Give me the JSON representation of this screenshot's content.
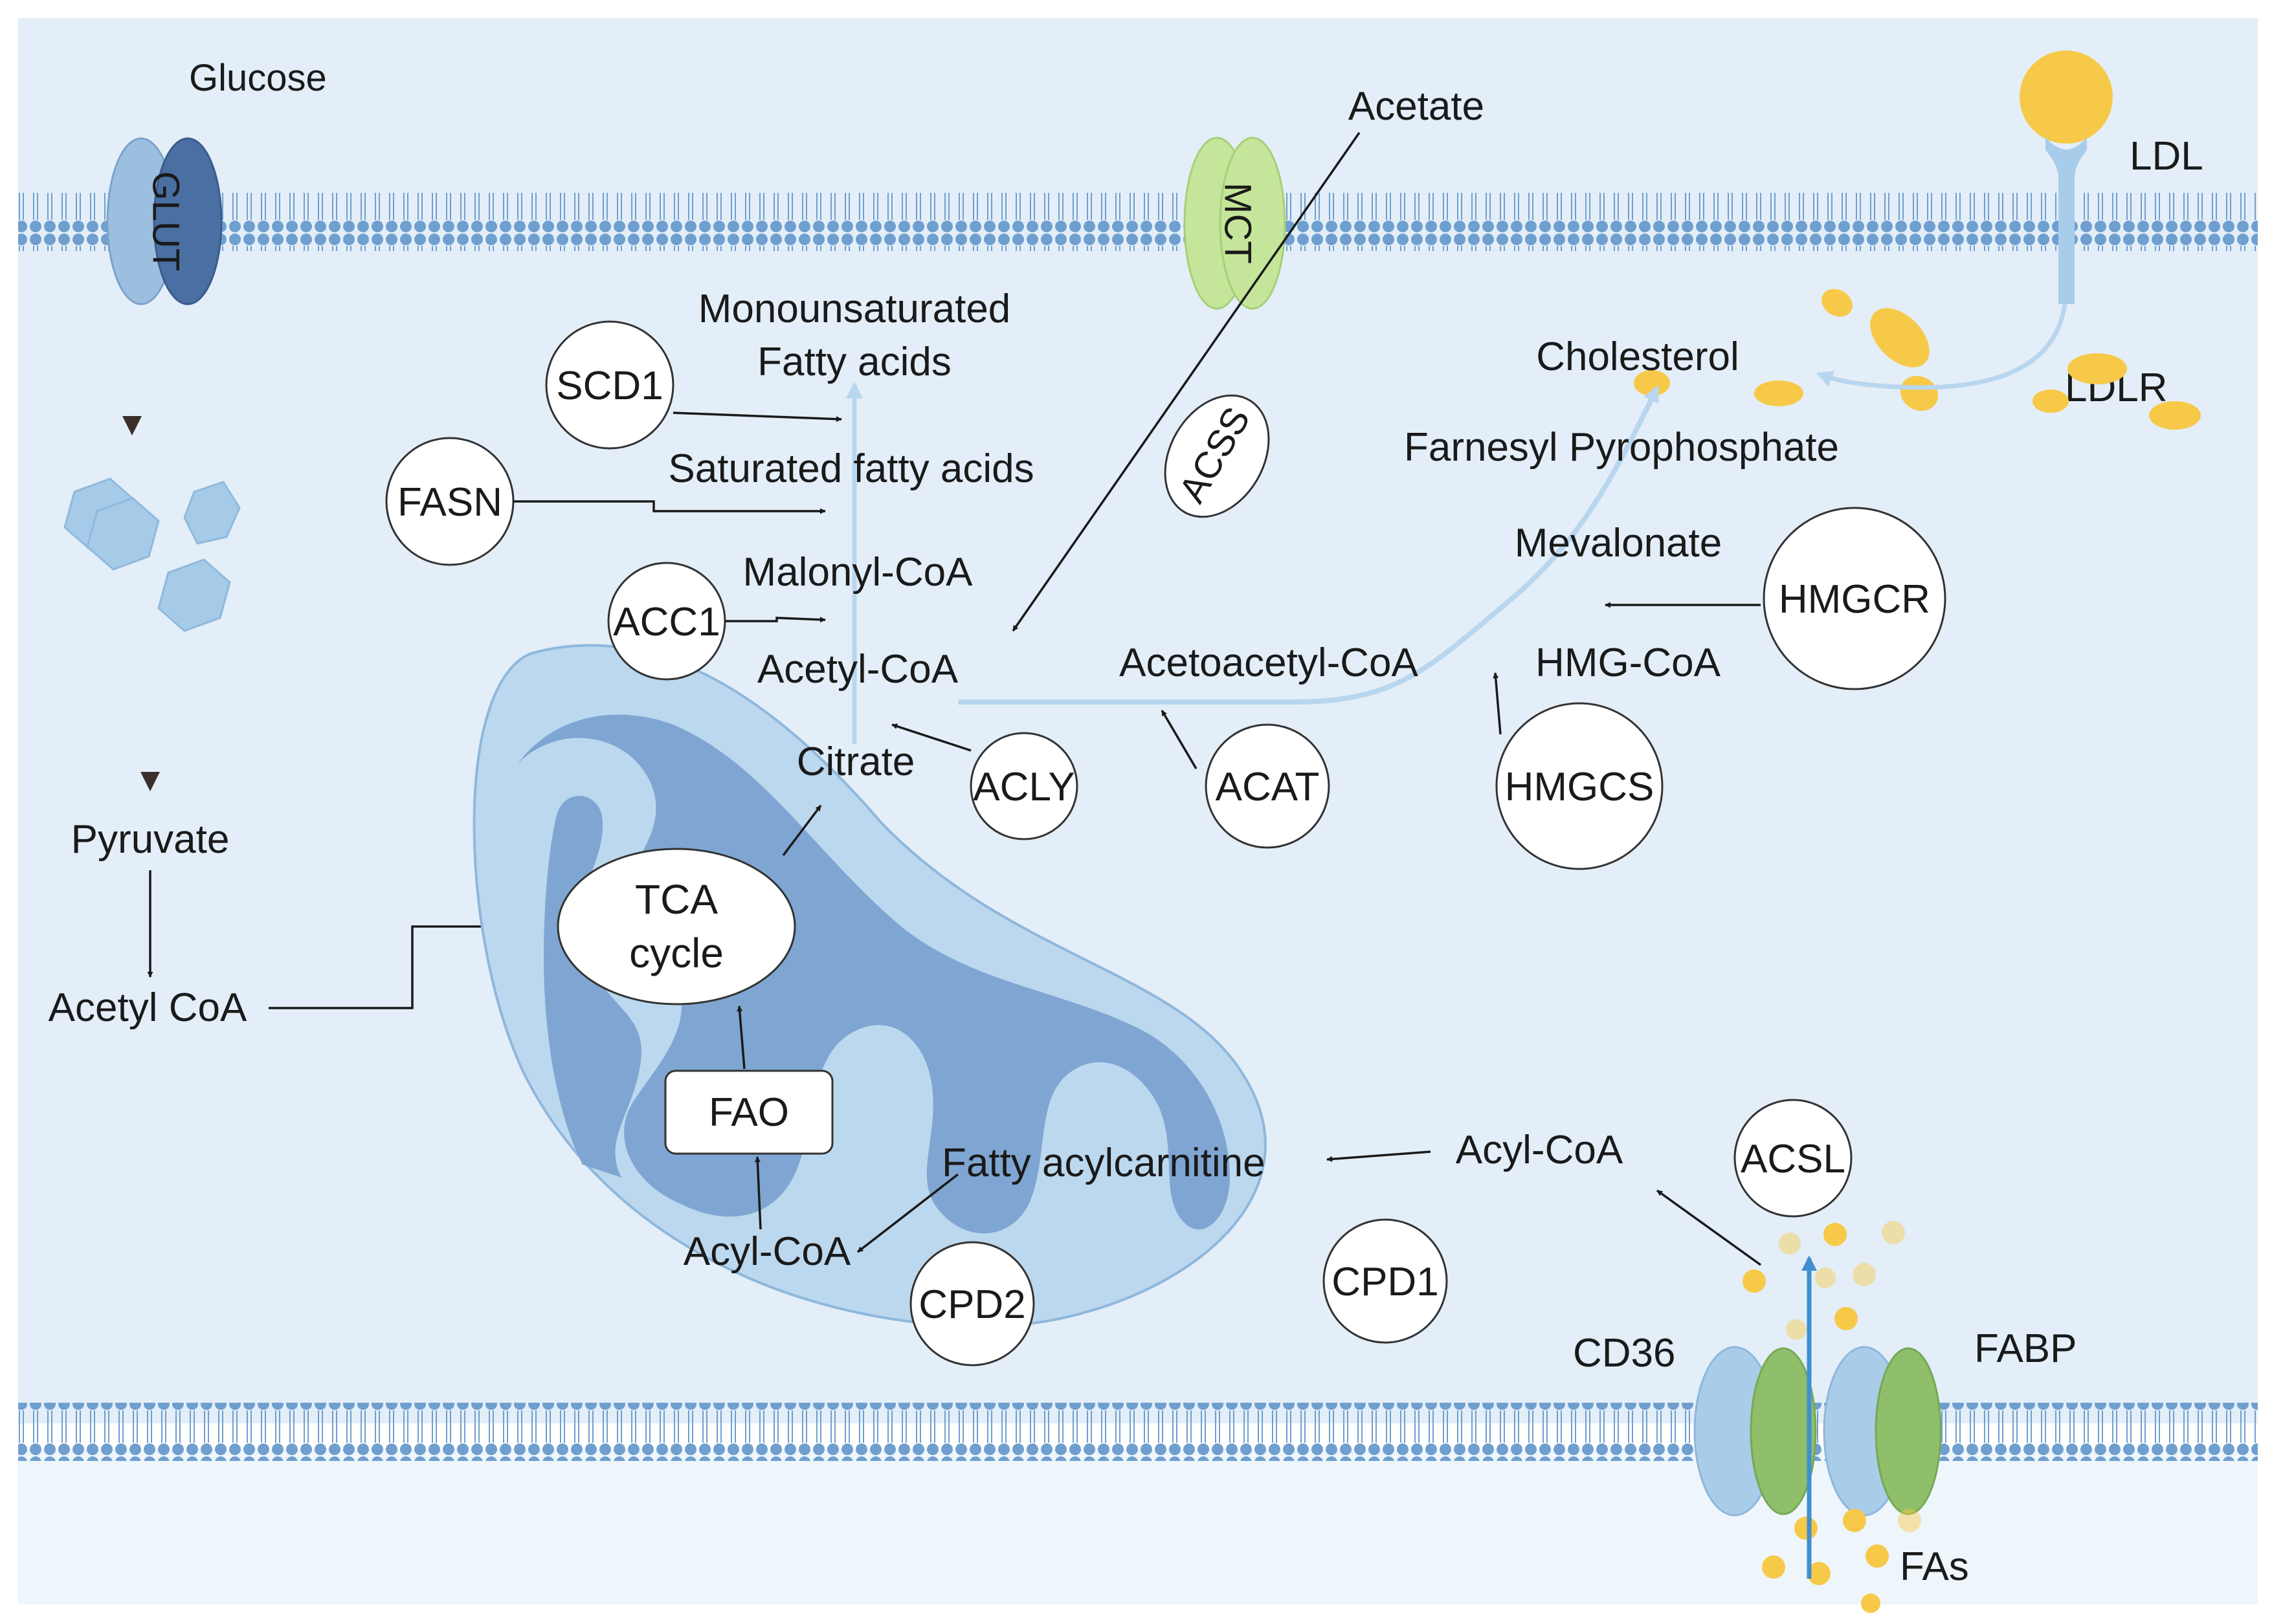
{
  "membrane_proteins": {
    "glut": "GLUT",
    "mct": "MCT",
    "ldl": "LDL",
    "ldlr": "LDLR",
    "cd36": "CD36",
    "fabp": "FABP"
  },
  "metabolites": {
    "glucose": "Glucose",
    "acetate": "Acetate",
    "pyruvate": "Pyruvate",
    "acetyl_coa_cyto": "Acetyl CoA",
    "mufa_line1": "Monounsaturated",
    "mufa_line2": "Fatty acids",
    "sfa": "Saturated fatty acids",
    "malonyl_coa": "Malonyl-CoA",
    "acetyl_coa": "Acetyl-CoA",
    "citrate": "Citrate",
    "acetoacetyl_coa": "Acetoacetyl-CoA",
    "hmg_coa": "HMG-CoA",
    "mevalonate": "Mevalonate",
    "fpp": "Farnesyl Pyrophosphate",
    "cholesterol": "Cholesterol",
    "acyl_coa_cyto": "Acyl-CoA",
    "fatty_acylcarnitine": "Fatty acylcarnitine",
    "acyl_coa_mito": "Acyl-CoA",
    "fas": "FAs"
  },
  "mitochondria": {
    "tca_line1": "TCA",
    "tca_line2": "cycle",
    "fao": "FAO"
  },
  "enzymes": {
    "scd1": "SCD1",
    "fasn": "FASN",
    "acc1": "ACC1",
    "acss": "ACSS",
    "acly": "ACLY",
    "acat": "ACAT",
    "hmgcs": "HMGCS",
    "hmgcr": "HMGCR",
    "acsl": "ACSL",
    "cpd1": "CPD1",
    "cpd2": "CPD2"
  },
  "colors": {
    "cytoplasm": "#e3eef8",
    "membrane": "#6f9fcf",
    "extracellular": "#eef6fc",
    "mito_outer": "#bcd8ee",
    "mito_inner": "#7fa6d2",
    "lipid_yellow": "#f7c948",
    "glut_light": "#9dbfdf",
    "glut_dark": "#4a6fa3",
    "mct_green": "#c5e59a",
    "cd36_green": "#8fbf6a",
    "pathway_arrow": "#b9d6ef"
  }
}
